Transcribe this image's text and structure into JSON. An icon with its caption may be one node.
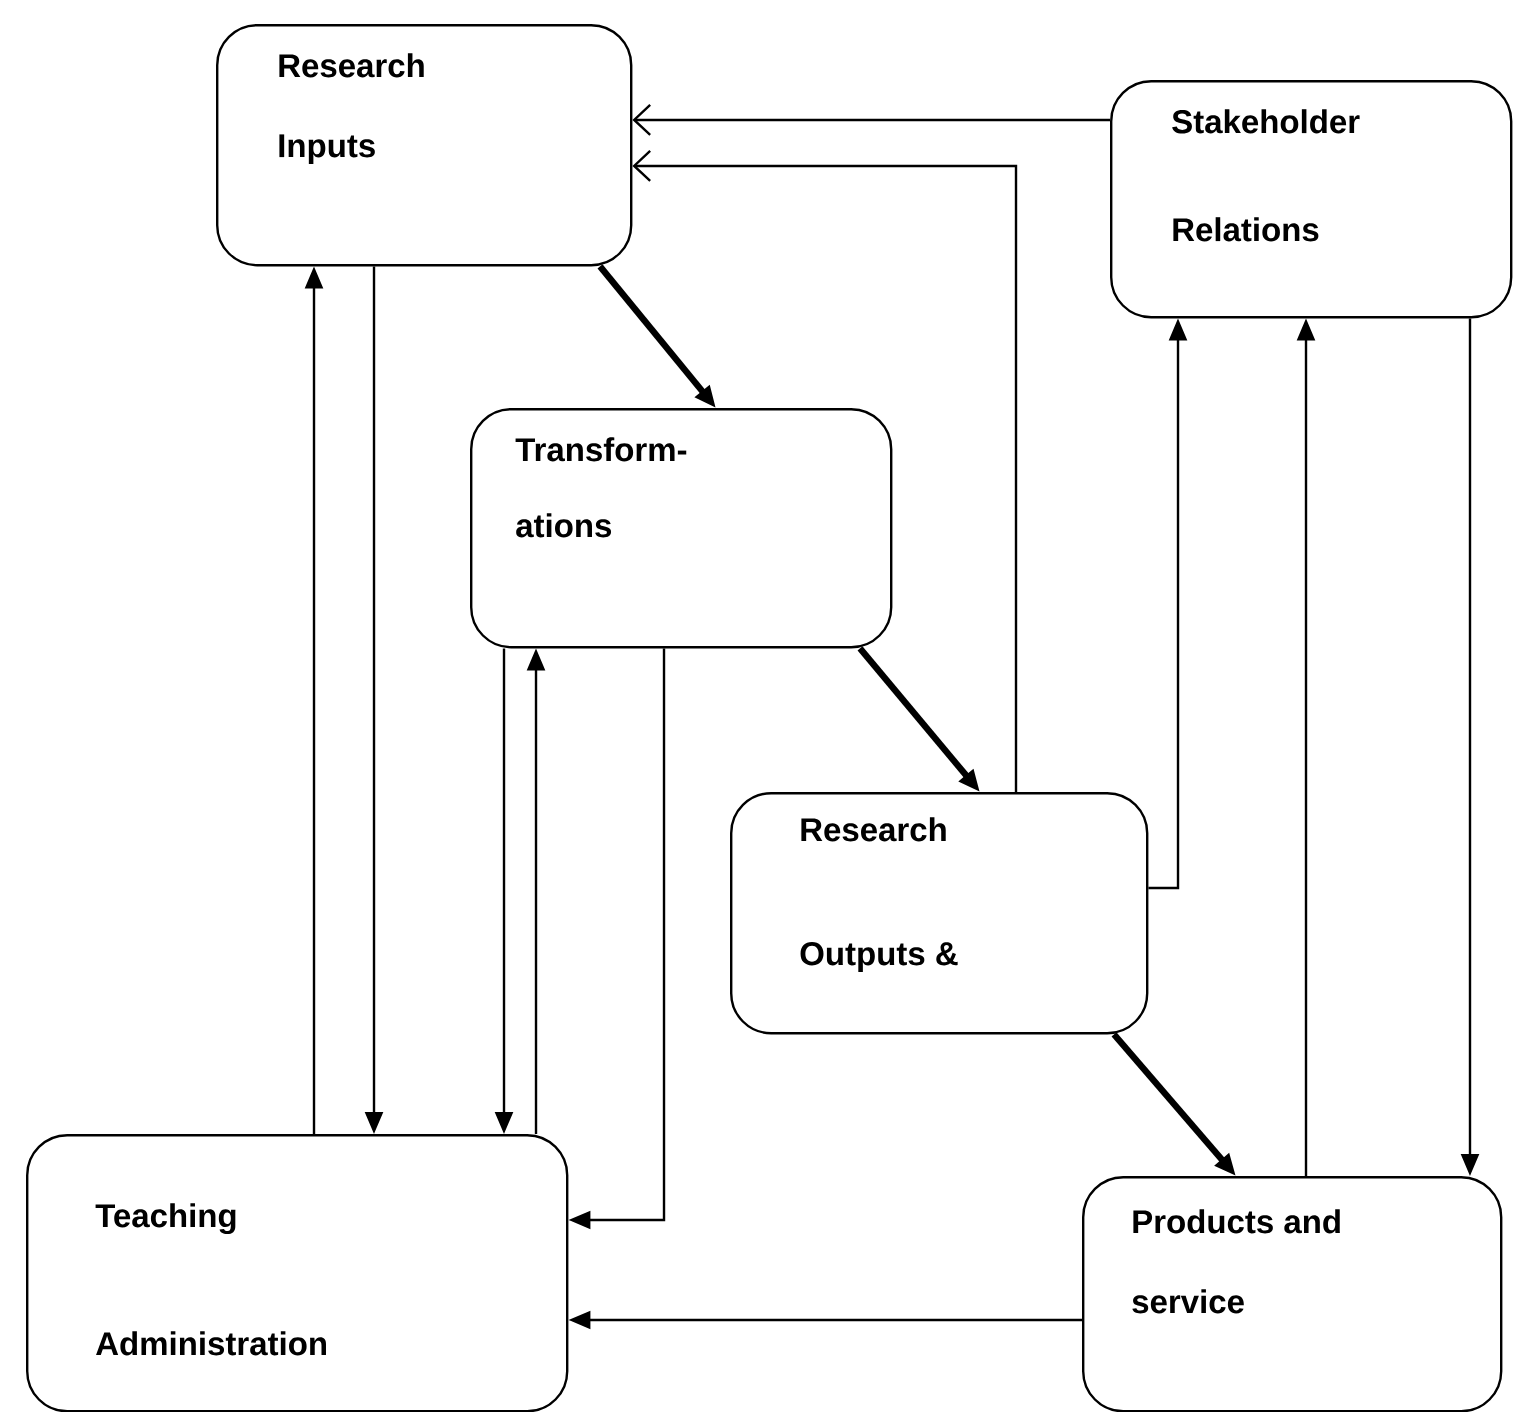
{
  "diagram": {
    "nodes": [
      {
        "text": [
          "Research Inputs"
        ]
      },
      {
        "text": [
          "Stakeholder Relations"
        ]
      },
      {
        "text": [
          "Transform- ations"
        ]
      },
      {
        "text": [
          "Research Outputs &"
        ]
      },
      {
        "text": [
          "Teaching Administration"
        ]
      },
      {
        "text": [
          "Products and service"
        ]
      }
    ],
    "edges": [
      {
        "from": 1,
        "to": 0,
        "arrow": "to"
      },
      {
        "from": 3,
        "to": 0,
        "arrow": "to"
      },
      {
        "from": 0,
        "to": 2,
        "arrow": "to",
        "style": "thick"
      },
      {
        "from": 2,
        "to": 3,
        "arrow": "to",
        "style": "thick"
      },
      {
        "from": 3,
        "to": 5,
        "arrow": "to",
        "style": "thick"
      },
      {
        "from": 4,
        "to": 0,
        "arrow": "to"
      },
      {
        "from": 0,
        "to": 4,
        "arrow": "to"
      },
      {
        "from": 2,
        "to": 4,
        "arrow": "to"
      },
      {
        "from": 4,
        "to": 2,
        "arrow": "to"
      },
      {
        "from": 2,
        "to": 4,
        "arrow": "to"
      },
      {
        "from": 3,
        "to": 1,
        "arrow": "to"
      },
      {
        "from": 5,
        "to": 1,
        "arrow": "to"
      },
      {
        "from": 1,
        "to": 5,
        "arrow": "to"
      },
      {
        "from": 5,
        "to": 4,
        "arrow": "to"
      }
    ]
  }
}
